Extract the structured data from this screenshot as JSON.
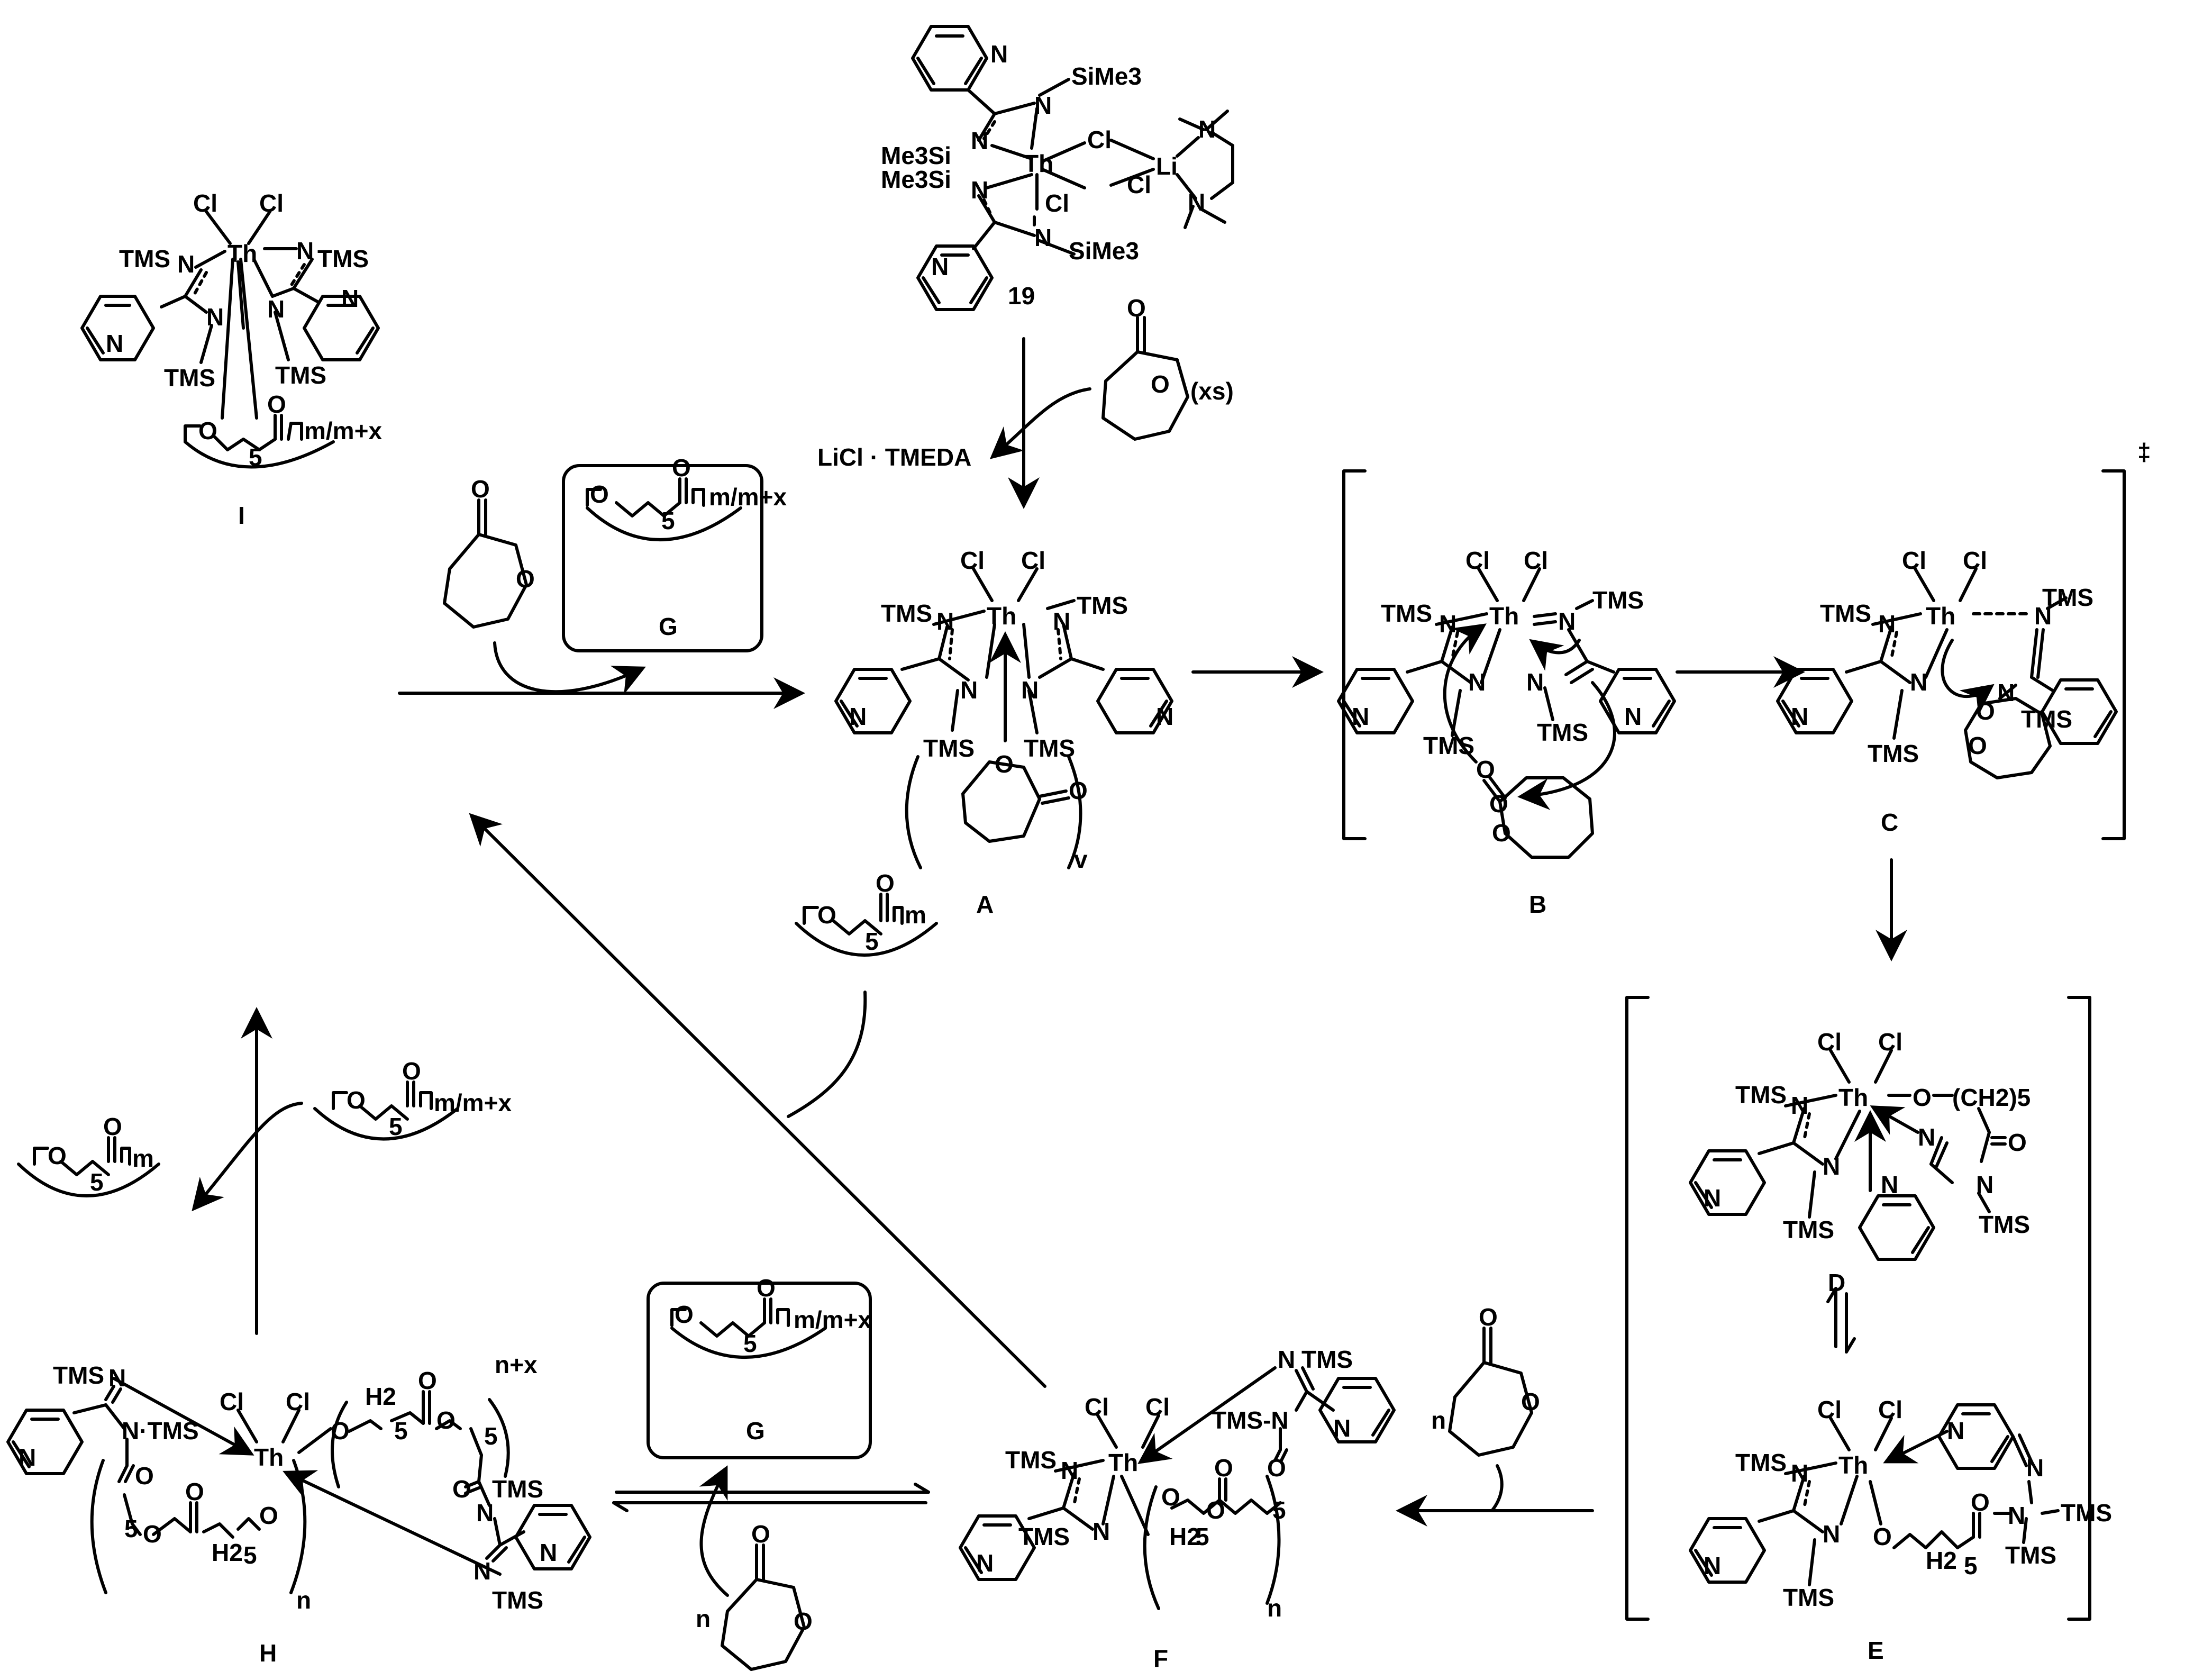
{
  "compounds": {
    "c19": {
      "label": "19",
      "atoms": {
        "n_top_py": "N",
        "n_a": "N",
        "n_b": "N",
        "n_c": "N",
        "n_d": "N",
        "n_bot_py": "N",
        "sime3_a": "SiMe3",
        "sime3_b": "Me3Si",
        "sime3_c": "Me3Si",
        "sime3_d": "SiMe3",
        "th": "Th",
        "cl1": "Cl",
        "cl2": "Cl",
        "cl3": "Cl",
        "li": "Li",
        "tmeda_n1": "N",
        "tmeda_n2": "N"
      }
    },
    "A": {
      "label": "A",
      "th": "Th",
      "cl": "Cl",
      "n": "N",
      "tms": "TMS",
      "o": "O",
      "v": "v"
    },
    "B": {
      "label": "B",
      "th": "Th",
      "cl": "Cl",
      "n": "N",
      "tms": "TMS",
      "o": "O"
    },
    "C": {
      "label": "C",
      "th": "Th",
      "cl": "Cl",
      "n": "N",
      "tms": "TMS",
      "o": "O"
    },
    "D": {
      "label": "D",
      "th": "Th",
      "cl": "Cl",
      "n": "N",
      "tms": "TMS",
      "o": "O",
      "ch2": "(CH2)5"
    },
    "E": {
      "label": "E",
      "th": "Th",
      "cl": "Cl",
      "n": "N",
      "tms": "TMS",
      "o": "O",
      "h2": "H2",
      "five": "5"
    },
    "F": {
      "label": "F",
      "th": "Th",
      "cl": "Cl",
      "n": "N",
      "tms": "TMS",
      "o": "O",
      "h2": "H2",
      "sub5": "5",
      "sub_n": "n",
      "tms_n": "TMS-N"
    },
    "H": {
      "label": "H",
      "th": "Th",
      "cl": "Cl",
      "n": "N",
      "tms": "TMS",
      "o": "O",
      "h2": "H2",
      "sub5": "5",
      "sub_n": "n",
      "nx": "n+x",
      "n_tms": "N·TMS"
    },
    "I": {
      "label": "I",
      "th": "Th",
      "cl": "Cl",
      "n": "N",
      "tms": "TMS",
      "o": "O",
      "sub5": "5",
      "mmx": "m/m+x"
    }
  },
  "reagents": {
    "xs": "(xs)",
    "licl": "LiCl · TMEDA",
    "n": "n",
    "m": "m",
    "mmx": "m/m+x",
    "five": "5",
    "o": "O",
    "G": "G",
    "dagger": "‡"
  }
}
